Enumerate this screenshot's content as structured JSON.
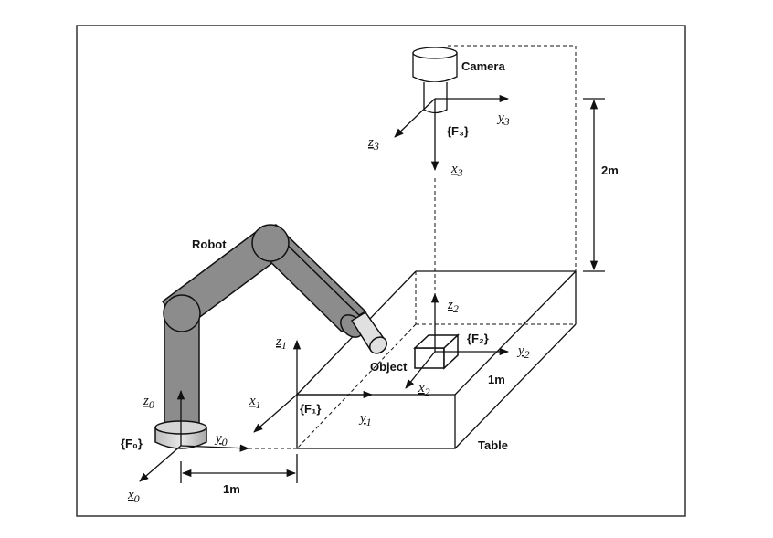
{
  "labels": {
    "camera": "Camera",
    "robot": "Robot",
    "object": "Object",
    "table": "Table",
    "frame0": "{F₀}",
    "frame1": "{F₁}",
    "frame2": "{F₂}",
    "frame3": "{F₃}"
  },
  "axes": {
    "x0": "x",
    "x0_sub": "0",
    "y0": "y",
    "y0_sub": "0",
    "z0": "z",
    "z0_sub": "0",
    "x1": "x",
    "x1_sub": "1",
    "y1": "y",
    "y1_sub": "1",
    "z1": "z",
    "z1_sub": "1",
    "x2": "x",
    "x2_sub": "2",
    "y2": "y",
    "y2_sub": "2",
    "z2": "z",
    "z2_sub": "2",
    "x3": "x",
    "x3_sub": "3",
    "y3": "y",
    "y3_sub": "3",
    "z3": "z",
    "z3_sub": "3"
  },
  "dimensions": {
    "base_to_table": "1m",
    "table_depth": "1m",
    "camera_height": "2m"
  },
  "colors": {
    "robot_fill": "#8c8c8c",
    "robot_light": "#d9d9d9",
    "line": "#111111"
  }
}
